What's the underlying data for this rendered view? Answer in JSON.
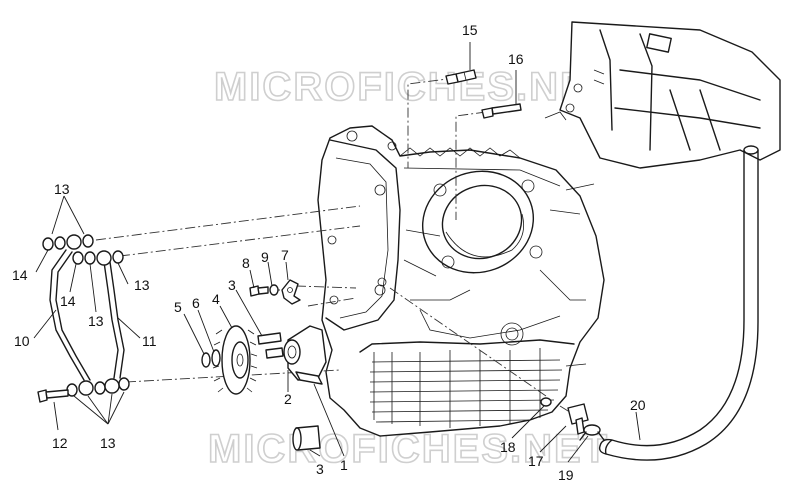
{
  "watermarks": [
    "MICROFICHES.NET",
    "MICROFICHES.NET"
  ],
  "callouts": [
    {
      "id": "c15",
      "label": "15"
    },
    {
      "id": "c16",
      "label": "16"
    },
    {
      "id": "c13a",
      "label": "13"
    },
    {
      "id": "c14a",
      "label": "14"
    },
    {
      "id": "c14b",
      "label": "14"
    },
    {
      "id": "c13b",
      "label": "13"
    },
    {
      "id": "c13c",
      "label": "13"
    },
    {
      "id": "c10",
      "label": "10"
    },
    {
      "id": "c11",
      "label": "11"
    },
    {
      "id": "c8",
      "label": "8"
    },
    {
      "id": "c9",
      "label": "9"
    },
    {
      "id": "c7",
      "label": "7"
    },
    {
      "id": "c3a",
      "label": "3"
    },
    {
      "id": "c5",
      "label": "5"
    },
    {
      "id": "c6",
      "label": "6"
    },
    {
      "id": "c4",
      "label": "4"
    },
    {
      "id": "c2",
      "label": "2"
    },
    {
      "id": "c12",
      "label": "12"
    },
    {
      "id": "c13d",
      "label": "13"
    },
    {
      "id": "c3b",
      "label": "3"
    },
    {
      "id": "c1",
      "label": "1"
    },
    {
      "id": "c18",
      "label": "18"
    },
    {
      "id": "c17",
      "label": "17"
    },
    {
      "id": "c19",
      "label": "19"
    },
    {
      "id": "c20",
      "label": "20"
    }
  ]
}
